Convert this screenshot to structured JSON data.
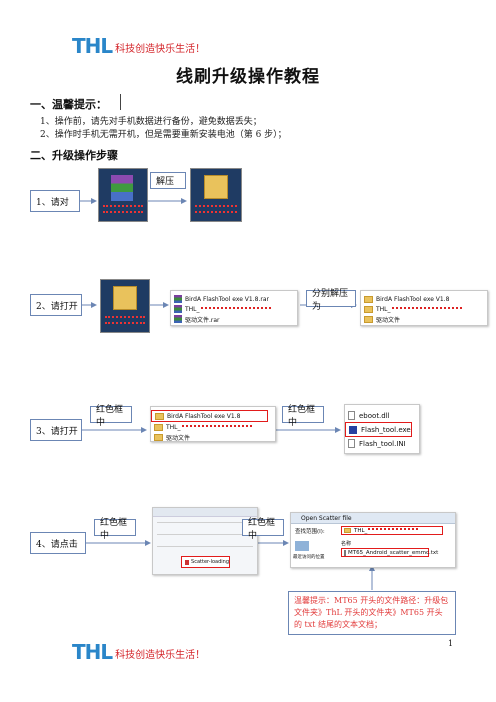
{
  "header": {
    "logo_text": "THL",
    "slogan": "科技创造快乐生活！"
  },
  "title": "线刷升级操作教程",
  "section1": {
    "heading": "一、温馨提示：",
    "items": [
      "1、操作前，请先对手机数据进行备份，避免数据丢失；",
      "2、操作时手机无需开机，但是需要重新安装电池（第 6 步）；"
    ]
  },
  "section2": {
    "heading": "二、升级操作步骤"
  },
  "steps": {
    "s1": {
      "label": "1、请对",
      "action": "解压"
    },
    "s2": {
      "label": "2、请打开",
      "action": "分别解压为",
      "files": [
        "BirdA FlashTool exe V1.8.rar",
        "THL_",
        "驱动文件.rar"
      ],
      "folders": [
        "BirdA FlashTool exe V1.8",
        "THL_",
        "驱动文件"
      ]
    },
    "s3": {
      "label": "3、请打开",
      "action1": "红色框中",
      "action2": "红色框中",
      "folders": [
        "BirdA FlashTool exe V1.8",
        "THL_",
        "驱动文件"
      ],
      "files": [
        "eboot.dll",
        "Flash_tool.exe",
        "Flash_tool.INI"
      ]
    },
    "s4": {
      "label": "4、请点击",
      "action1": "红色框中",
      "action2": "红色框中",
      "button": "Scatter-loading",
      "dialog_title": "Open Scatter file",
      "look_in_label": "查找范围(I):",
      "look_in_value": "THL_",
      "recent_label": "最近访问的位置",
      "name_col": "名称",
      "file": "MT65",
      "file_suffix": "_Android_scatter_emmc.txt"
    }
  },
  "tip": "温馨提示：MT65 开头的文件路径：升级包文件夹》ThL 开头的文件夹》MT65 开头的 txt 结尾的文本文档；",
  "page_number": "1",
  "colors": {
    "accent_blue": "#2a86c9",
    "red": "#e21b1b",
    "box_border": "#6b86b4"
  }
}
